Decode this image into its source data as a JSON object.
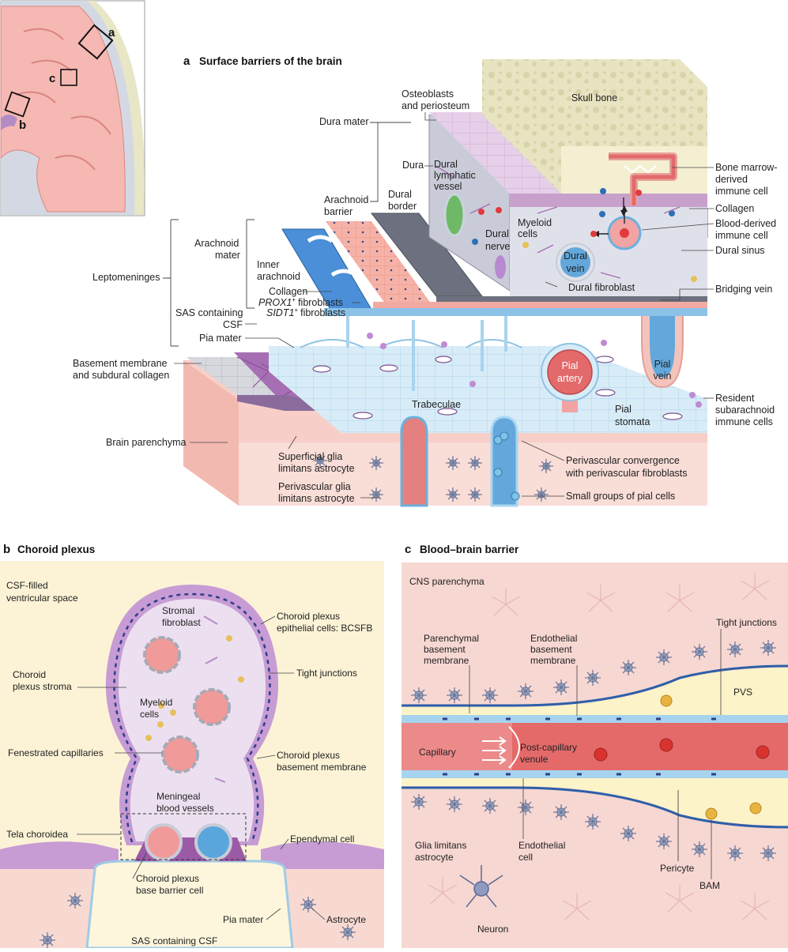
{
  "inset": {
    "marker_a": "a",
    "marker_b": "b",
    "marker_c": "c"
  },
  "panel_a": {
    "letter": "a",
    "title": "Surface barriers of the brain",
    "labels": {
      "skull_bone": "Skull bone",
      "osteoblasts_1": "Osteoblasts",
      "osteoblasts_2": "and periosteum",
      "dura_mater": "Dura mater",
      "dura": "Dura",
      "dural_lymphatic_1": "Dural",
      "dural_lymphatic_2": "lymphatic",
      "dural_lymphatic_3": "vessel",
      "dural_border_1": "Dural",
      "dural_border_2": "border",
      "arachnoid_barrier_1": "Arachnoid",
      "arachnoid_barrier_2": "barrier",
      "arachnoid_mater_1": "Arachnoid",
      "arachnoid_mater_2": "mater",
      "leptomeninges": "Leptomeninges",
      "inner_arachnoid_1": "Inner",
      "inner_arachnoid_2": "arachnoid",
      "collagen_left": "Collagen",
      "prox1_gene": "PROX1",
      "prox1_rest": "fibroblasts",
      "sas_csf_1": "SAS containing",
      "sas_csf_2": "CSF",
      "sidt1_gene": "SIDT1",
      "sidt1_rest": "fibroblasts",
      "pia_mater": "Pia mater",
      "basement_membrane_1": "Basement membrane",
      "basement_membrane_2": "and subdural collagen",
      "brain_parenchyma": "Brain parenchyma",
      "superficial_glia_1": "Superficial glia",
      "superficial_glia_2": "limitans astrocyte",
      "perivascular_glia_1": "Perivascular glia",
      "perivascular_glia_2": "limitans astrocyte",
      "trabeculae": "Trabeculae",
      "pial_artery_1": "Pial",
      "pial_artery_2": "artery",
      "pial_vein_1": "Pial",
      "pial_vein_2": "vein",
      "pial_stomata_1": "Pial",
      "pial_stomata_2": "stomata",
      "myeloid_cells_1": "Myeloid",
      "myeloid_cells_2": "cells",
      "dural_nerve_1": "Dural",
      "dural_nerve_2": "nerve",
      "dural_vein_1": "Dural",
      "dural_vein_2": "vein",
      "dural_fibroblast": "Dural fibroblast",
      "bone_marrow_1": "Bone marrow-",
      "bone_marrow_2": "derived",
      "bone_marrow_3": "immune cell",
      "collagen_right": "Collagen",
      "blood_derived_1": "Blood-derived",
      "blood_derived_2": "immune cell",
      "dural_sinus": "Dural sinus",
      "bridging_vein": "Bridging vein",
      "resident_1": "Resident",
      "resident_2": "subarachnoid",
      "resident_3": "immune cells",
      "perivascular_convergence_1": "Perivascular convergence",
      "perivascular_convergence_2": "with perivascular fibroblasts",
      "small_groups": "Small groups of pial cells"
    }
  },
  "panel_b": {
    "letter": "b",
    "title": "Choroid plexus",
    "labels": {
      "csf_filled_1": "CSF-filled",
      "csf_filled_2": "ventricular space",
      "stromal_fibroblast_1": "Stromal",
      "stromal_fibroblast_2": "fibroblast",
      "cp_epithelial_1": "Choroid plexus",
      "cp_epithelial_2": "epithelial cells: BCSFB",
      "cp_stroma_1": "Choroid",
      "cp_stroma_2": "plexus stroma",
      "tight_junctions": "Tight junctions",
      "myeloid_1": "Myeloid",
      "myeloid_2": "cells",
      "fenestrated": "Fenestrated capillaries",
      "cp_basement_1": "Choroid plexus",
      "cp_basement_2": "basement membrane",
      "meningeal_1": "Meningeal",
      "meningeal_2": "blood vessels",
      "tela": "Tela choroidea",
      "ependymal": "Ependymal  cell",
      "cp_base_1": "Choroid plexus",
      "cp_base_2": "base barrier cell",
      "pia_mater": "Pia mater",
      "astrocyte": "Astrocyte",
      "sas_csf": "SAS containing CSF"
    }
  },
  "panel_c": {
    "letter": "c",
    "title": "Blood–brain barrier",
    "labels": {
      "cns_parenchyma": "CNS parenchyma",
      "parenchymal_bm_1": "Parenchymal",
      "parenchymal_bm_2": "basement",
      "parenchymal_bm_3": "membrane",
      "endothelial_bm_1": "Endothelial",
      "endothelial_bm_2": "basement",
      "endothelial_bm_3": "membrane",
      "tight_junctions": "Tight junctions",
      "pvs": "PVS",
      "capillary": "Capillary",
      "post_capillary_1": "Post-capillary",
      "post_capillary_2": "venule",
      "glia_limitans_1": "Glia limitans",
      "glia_limitans_2": "astrocyte",
      "endothelial_cell_1": "Endothelial",
      "endothelial_cell_2": "cell",
      "pericyte": "Pericyte",
      "bam": "BAM",
      "neuron": "Neuron"
    }
  },
  "colors": {
    "brain_pink": "#f4b6b0",
    "brain_dark": "#e88f8a",
    "artery_red": "#e8686a",
    "vein_blue": "#5aa6dc",
    "csf_yellow": "#fdf3c8",
    "pia_blue": "#cfe7f6",
    "dura_gray": "#c9ccd8",
    "bone_beige": "#e8e4c2",
    "purple": "#b48cc4",
    "parenchyma_bg": "#f7d7d2"
  }
}
